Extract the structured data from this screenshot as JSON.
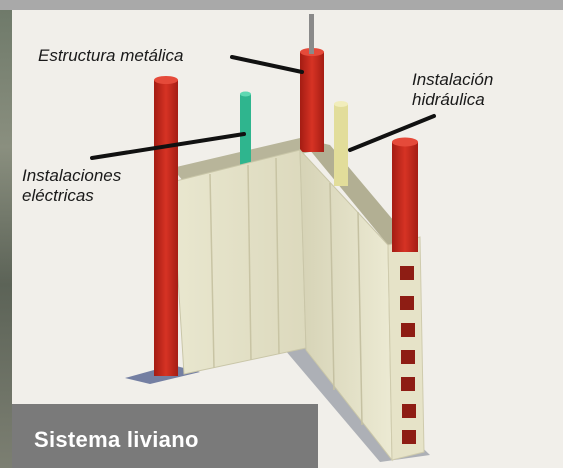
{
  "labels": {
    "metal_structure": "Estructura metálica",
    "hydraulic_line1": "Instalación",
    "hydraulic_line2": "hidráulica",
    "electric_line1": "Instalaciones",
    "electric_line2": "eléctricas"
  },
  "caption": "Sistema liviano",
  "colors": {
    "caption_bg": "#7a7a7a",
    "steel_red": "#c8281c",
    "electric_pipe": "#2fb58e",
    "hydraulic_pipe": "#e2dd9a",
    "wall_panel": "#e6e3c8"
  }
}
